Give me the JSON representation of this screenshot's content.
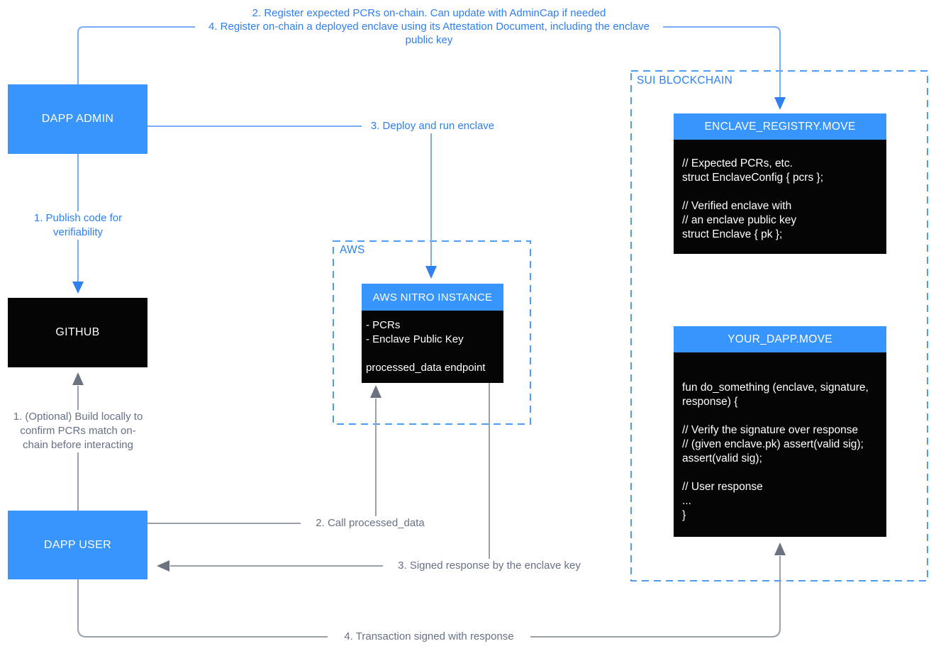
{
  "colors": {
    "box_blue": "#3795fb",
    "label_blue": "#2d7ff2",
    "dashed_border_blue": "#4d9df8",
    "wire_blue": "#7aacf4",
    "arrow_blue": "#2f81f0",
    "wire_gray": "#9aa1ac",
    "arrow_gray": "#6b7280",
    "label_gray": "#667085",
    "node_black": "#050505",
    "text_white": "#ffffff"
  },
  "groups": {
    "aws": {
      "label": "AWS"
    },
    "sui": {
      "label": "SUI BLOCKCHAIN"
    }
  },
  "nodes": {
    "dapp_admin": {
      "label": "DAPP ADMIN"
    },
    "github": {
      "label": "GITHUB"
    },
    "dapp_user": {
      "label": "DAPP USER"
    },
    "aws_nitro": {
      "title": "AWS NITRO INSTANCE",
      "lines": [
        "- PCRs",
        "- Enclave Public Key",
        "",
        "processed_data endpoint"
      ]
    },
    "enclave_registry": {
      "title": "ENCLAVE_REGISTRY.MOVE",
      "lines": [
        "// Expected PCRs, etc.",
        "struct EnclaveConfig { pcrs };",
        "",
        "// Verified enclave with",
        "// an enclave public key",
        "struct Enclave { pk };"
      ]
    },
    "your_dapp": {
      "title": "YOUR_DAPP.MOVE",
      "lines": [
        "fun do_something (enclave, signature,",
        "response) {",
        "",
        "// Verify the signature over response",
        "// (given enclave.pk) assert(valid sig);",
        "assert(valid sig);",
        "",
        "// User response",
        "...",
        "}"
      ]
    }
  },
  "edges": {
    "register_pcrs": {
      "line1": "2. Register expected PCRs on-chain. Can update with AdminCap if needed",
      "line2": "4. Register on-chain a deployed enclave using its Attestation Document, including the enclave public key"
    },
    "publish_code": {
      "label": "1. Publish code for verifiability"
    },
    "deploy_enclave": {
      "label": "3. Deploy and run enclave"
    },
    "build_locally": {
      "label": "1. (Optional) Build locally to confirm PCRs match on-chain before interacting"
    },
    "call_processed_data": {
      "label": "2. Call processed_data"
    },
    "signed_response": {
      "label": "3. Signed response by the enclave key"
    },
    "transaction_signed": {
      "label": "4. Transaction signed with response"
    }
  }
}
